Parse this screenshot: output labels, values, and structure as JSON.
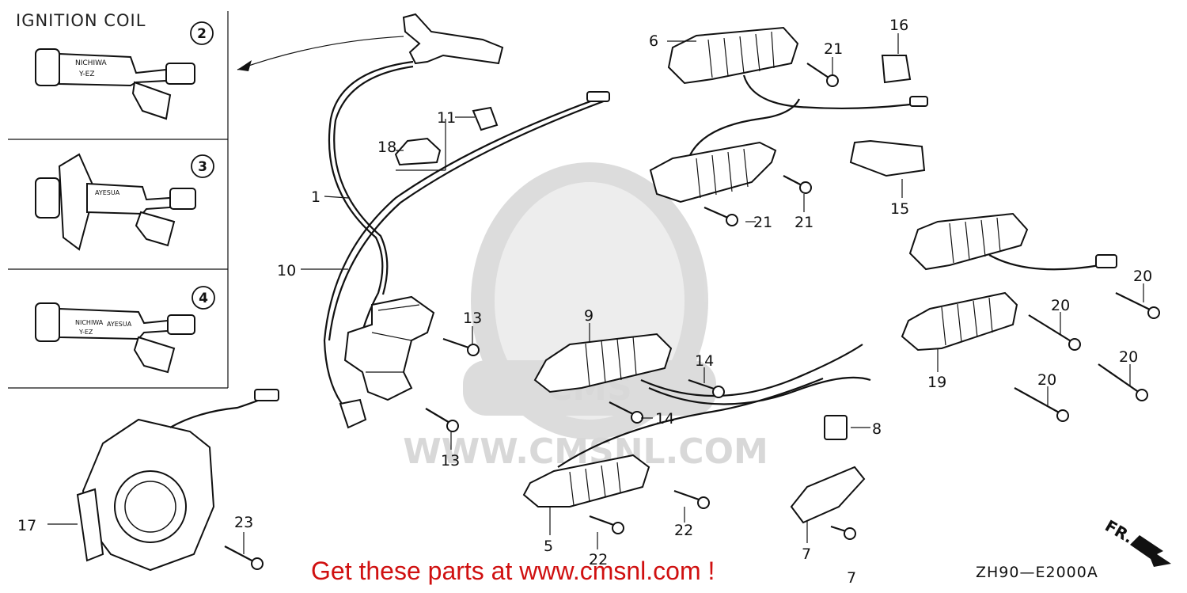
{
  "title": "IGNITION COIL",
  "footer_text": "Get these parts at www.cmsnl.com !",
  "diagram_code": "ZH90—E2000A",
  "direction_label": "FR.",
  "watermark_text": "WWW.CMSNL.COM",
  "inset_labels": {
    "cap1_line1": "NICHIWA",
    "cap1_line2": "Y-EZ",
    "cap2_line1": "AYESUA",
    "cap3_line1": "NICHIWA",
    "cap3_line2": "Y-EZ",
    "cap3_line3": "AYESUA"
  },
  "inset_refs": [
    "2",
    "3",
    "4"
  ],
  "callouts": [
    {
      "id": "c1",
      "label": "1"
    },
    {
      "id": "c5",
      "label": "5"
    },
    {
      "id": "c6",
      "label": "6"
    },
    {
      "id": "c7",
      "label": "7"
    },
    {
      "id": "c7b",
      "label": "7"
    },
    {
      "id": "c8",
      "label": "8"
    },
    {
      "id": "c9",
      "label": "9"
    },
    {
      "id": "c10",
      "label": "10"
    },
    {
      "id": "c11",
      "label": "11"
    },
    {
      "id": "c13a",
      "label": "13"
    },
    {
      "id": "c13b",
      "label": "13"
    },
    {
      "id": "c14a",
      "label": "14"
    },
    {
      "id": "c14b",
      "label": "14"
    },
    {
      "id": "c15",
      "label": "15"
    },
    {
      "id": "c16",
      "label": "16"
    },
    {
      "id": "c17",
      "label": "17"
    },
    {
      "id": "c18",
      "label": "18"
    },
    {
      "id": "c19",
      "label": "19"
    },
    {
      "id": "c20a",
      "label": "20"
    },
    {
      "id": "c20b",
      "label": "20"
    },
    {
      "id": "c20c",
      "label": "20"
    },
    {
      "id": "c20d",
      "label": "20"
    },
    {
      "id": "c21a",
      "label": "21"
    },
    {
      "id": "c21b",
      "label": "21"
    },
    {
      "id": "c21c",
      "label": "21"
    },
    {
      "id": "c22a",
      "label": "22"
    },
    {
      "id": "c22b",
      "label": "22"
    },
    {
      "id": "c23",
      "label": "23"
    }
  ],
  "colors": {
    "footer": "#d01010",
    "watermark": "#d4d4d4",
    "ink": "#111111"
  }
}
